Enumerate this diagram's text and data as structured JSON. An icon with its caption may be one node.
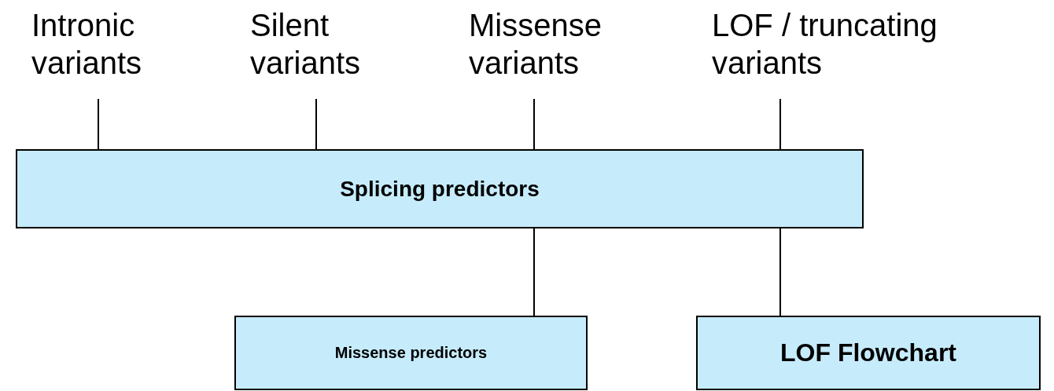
{
  "diagram": {
    "nodes": [
      {
        "text": [
          "Intronic variants"
        ]
      },
      {
        "text": [
          "Silent variants"
        ]
      },
      {
        "text": [
          "Missense variants"
        ]
      },
      {
        "text": [
          "LOF / truncating variants"
        ]
      },
      {
        "text": [
          "Splicing predictors"
        ]
      },
      {
        "text": [
          "Missense predictors"
        ]
      },
      {
        "text": [
          "LOF Flowchart"
        ]
      }
    ],
    "edges": [
      {
        "from": 0,
        "to": 4,
        "arrow": "none"
      },
      {
        "from": 1,
        "to": 4,
        "arrow": "none"
      },
      {
        "from": 2,
        "to": 4,
        "arrow": "none"
      },
      {
        "from": 3,
        "to": 4,
        "arrow": "none"
      },
      {
        "from": 4,
        "to": 5,
        "arrow": "none"
      },
      {
        "from": 4,
        "to": 6,
        "arrow": "none"
      }
    ]
  }
}
